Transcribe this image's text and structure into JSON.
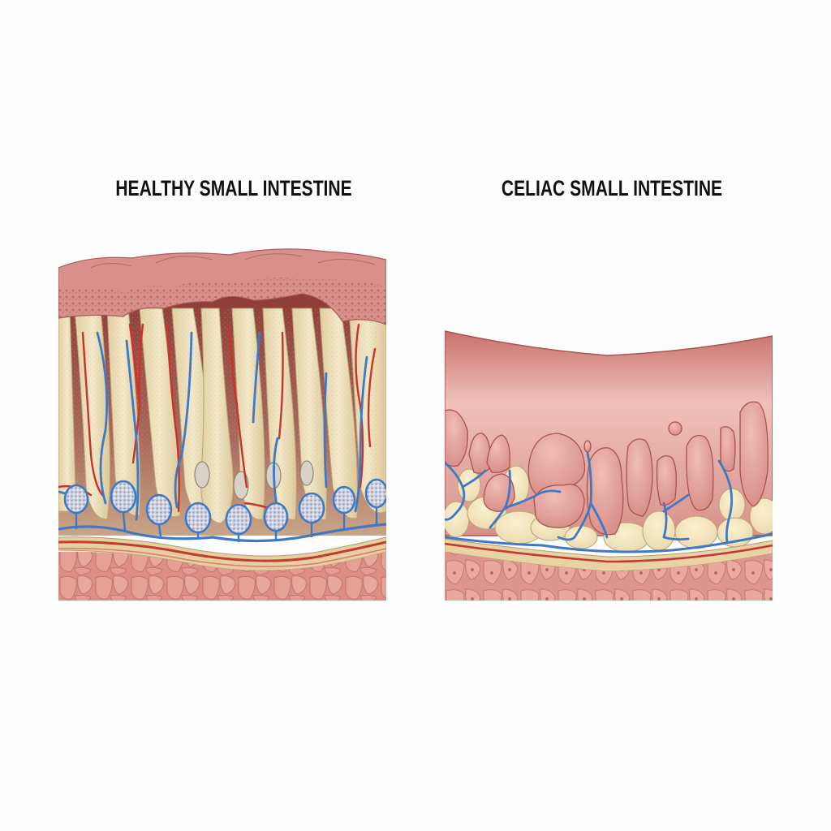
{
  "figure": {
    "panels": [
      {
        "title": "HEALTHY SMALL INTESTINE",
        "illustration": "healthy-intestine-cross-section",
        "features": [
          "tall finger-like villi",
          "red arterioles",
          "blue venules",
          "crypt glands",
          "goblet cells",
          "muscularis layer",
          "submucosa cells"
        ]
      },
      {
        "title": "CELIAC SMALL INTESTINE",
        "illustration": "celiac-intestine-cross-section",
        "features": [
          "flattened villi (villous atrophy)",
          "smooth mucosal surface",
          "blue venules",
          "crypt hyperplasia",
          "muscularis layer",
          "submucosa cells"
        ]
      }
    ],
    "colors": {
      "background": "#fdfdfd",
      "title_text": "#111111",
      "mucosa_pink": "#d98f8a",
      "villus_cream": "#ecdfb8",
      "artery_red": "#c8342b",
      "vein_blue": "#3f78c4",
      "submucosa_pink": "#e3948c",
      "celiac_surface": "#e2a29b"
    }
  }
}
